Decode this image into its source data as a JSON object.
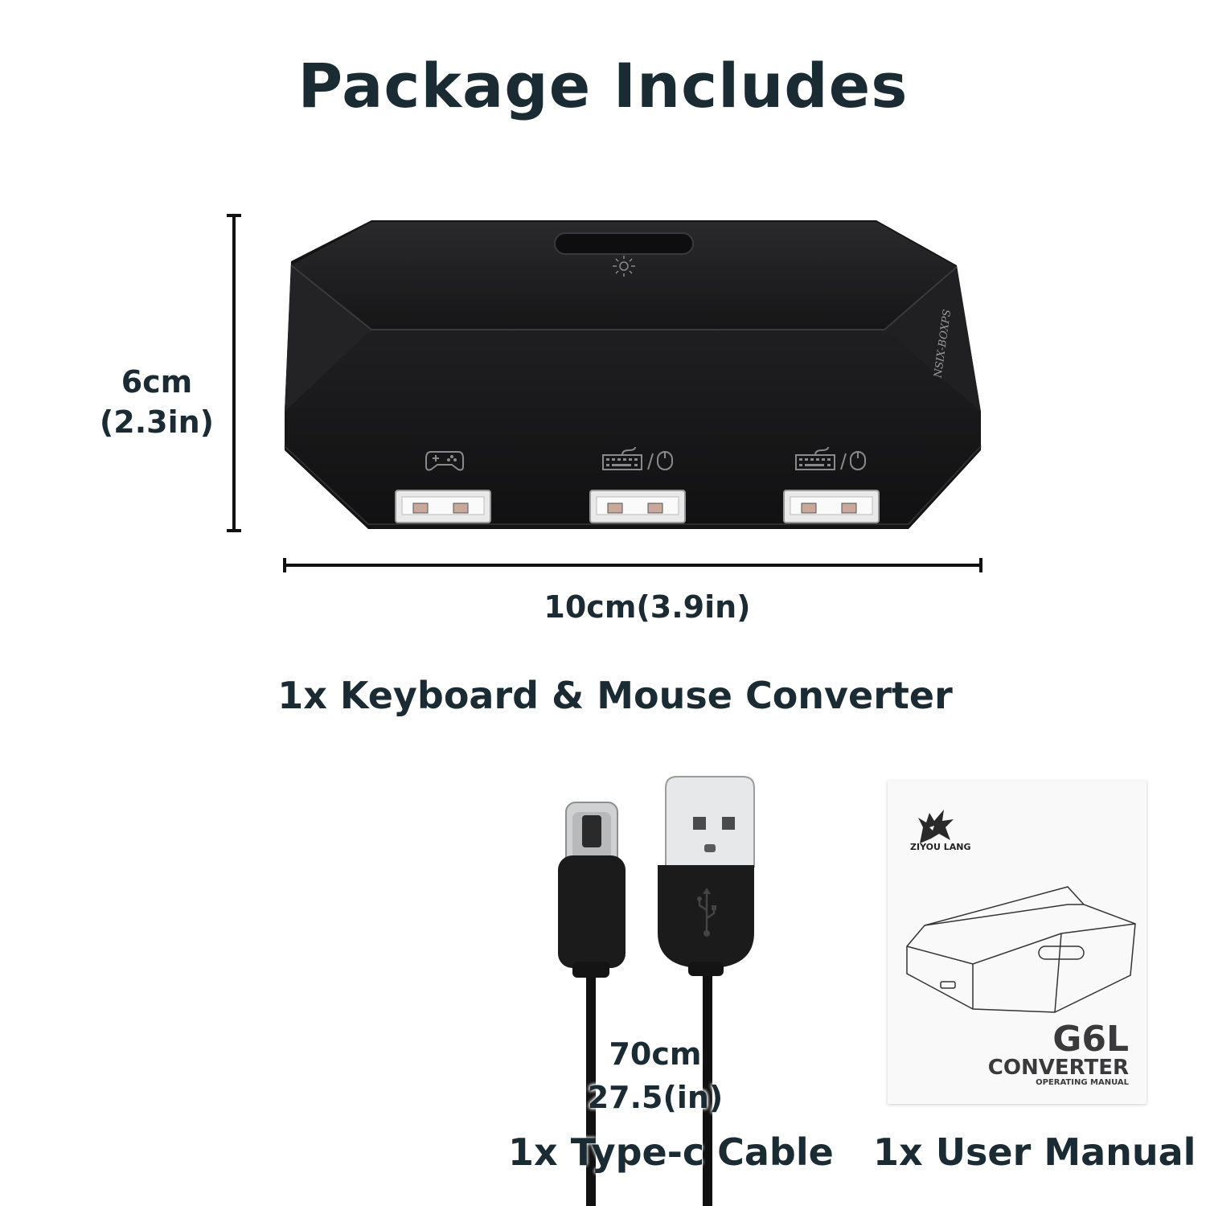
{
  "title": "Package Includes",
  "dimensions": {
    "height_cm": "6cm",
    "height_in": "(2.3in)",
    "width": "10cm(3.9in)"
  },
  "converter": {
    "side_label": "NSIX-BOXPS",
    "caption": "1x Keyboard & Mouse Converter"
  },
  "cable": {
    "length_cm": "70cm",
    "length_in": "27.5(in)",
    "caption": "1x Type-c Cable"
  },
  "manual": {
    "brand": "ZIYOU LANG",
    "model": "G6L",
    "product": "CONVERTER",
    "subtitle": "OPERATING MANUAL",
    "caption": "1x User Manual"
  },
  "icons": [
    "gamepad-icon",
    "keyboard-mouse-icon",
    "keyboard-mouse-icon",
    "light-icon",
    "usb-symbol-icon",
    "wolf-logo-icon"
  ],
  "colors": {
    "text": "#1b2b33",
    "device": "#1c1c1e",
    "background": "#ffffff"
  }
}
